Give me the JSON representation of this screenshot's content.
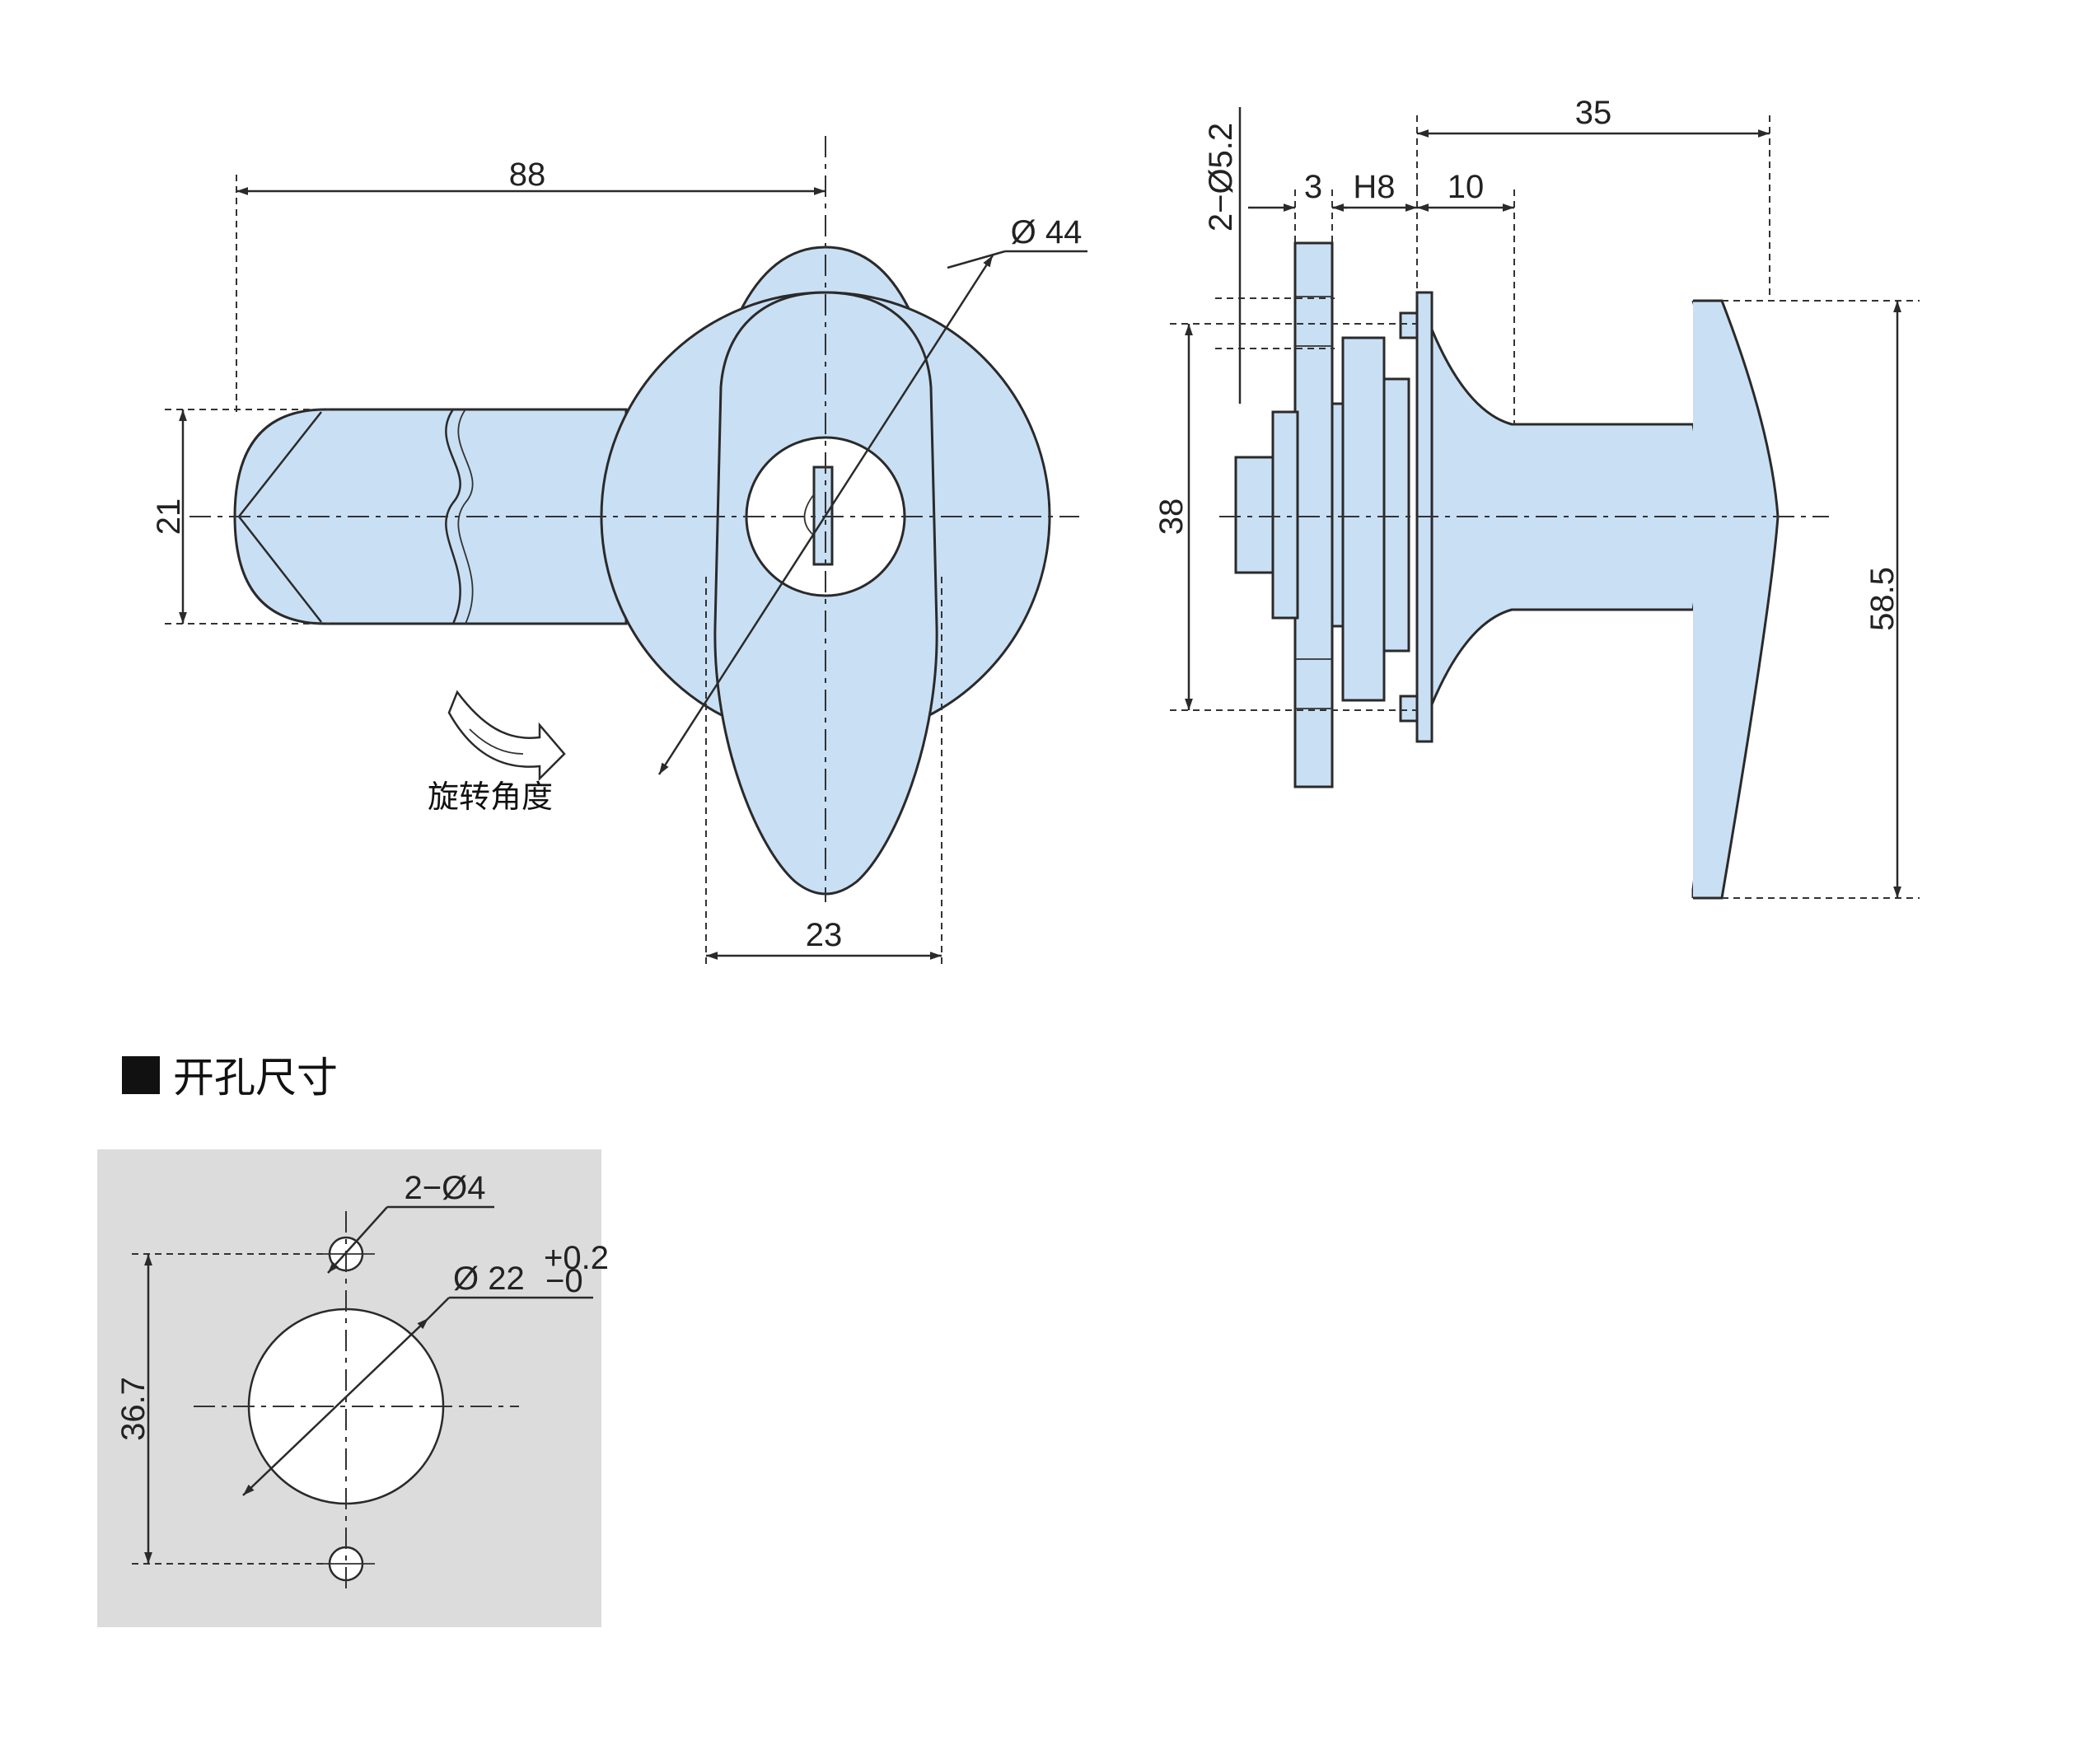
{
  "front_view": {
    "dim_length": "88",
    "dim_diameter": "Ø 44",
    "dim_height": "21",
    "dim_handle_width": "23",
    "rotation_label": "旋转角度"
  },
  "side_view": {
    "dim_holes": "2−Ø5.2",
    "dim_plate": "3",
    "dim_thickness": "H8",
    "dim_neck": "10",
    "dim_projection": "35",
    "dim_flange_height": "38",
    "dim_handle_height": "58.5"
  },
  "cutout": {
    "title": "开孔尺寸",
    "dim_holes": "2−Ø4",
    "dim_hole_diameter": "Ø 22",
    "tol_plus": "+0.2",
    "tol_minus": "−0",
    "dim_spacing": "36.7"
  },
  "colors": {
    "part_fill": "#c9dff4",
    "cutout_background": "#dcdcdc",
    "line": "#2a2a2a"
  }
}
